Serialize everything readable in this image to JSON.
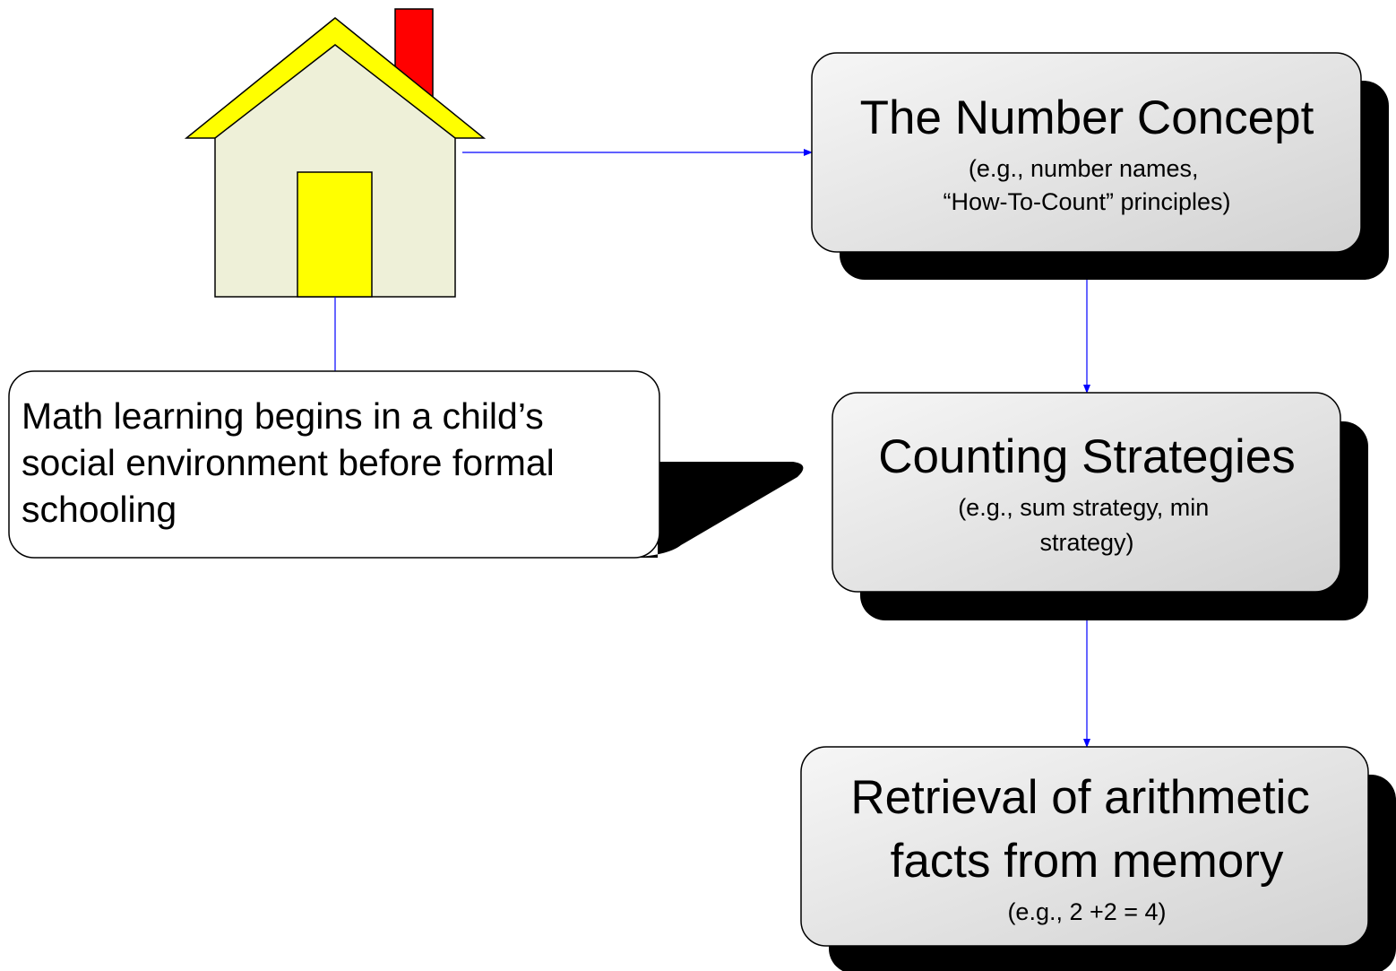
{
  "colors": {
    "connector": "#0000ff",
    "box_fill_light": "#f6f6f6",
    "box_fill_dark": "#d2d2d2",
    "shadow": "#000000",
    "house_wall": "#eef0d8",
    "house_roof": "#ffff00",
    "house_door": "#ffff00",
    "chimney": "#ff0000"
  },
  "callout": {
    "lines": [
      "Math learning begins in a child’s",
      "social environment before formal",
      "schooling"
    ]
  },
  "nodes": [
    {
      "id": "number-concept",
      "title_lines": [
        "The Number Concept"
      ],
      "sub_lines": [
        "(e.g., number names,",
        "“How-To-Count” principles)"
      ]
    },
    {
      "id": "counting-strategies",
      "title_lines": [
        "Counting Strategies"
      ],
      "sub_lines": [
        "(e.g., sum strategy, min",
        "strategy)"
      ]
    },
    {
      "id": "retrieval",
      "title_lines": [
        "Retrieval of arithmetic",
        "facts from memory"
      ],
      "sub_lines": [
        "(e.g., 2 +2 = 4)"
      ]
    }
  ],
  "icons": {
    "house": "house-icon"
  }
}
